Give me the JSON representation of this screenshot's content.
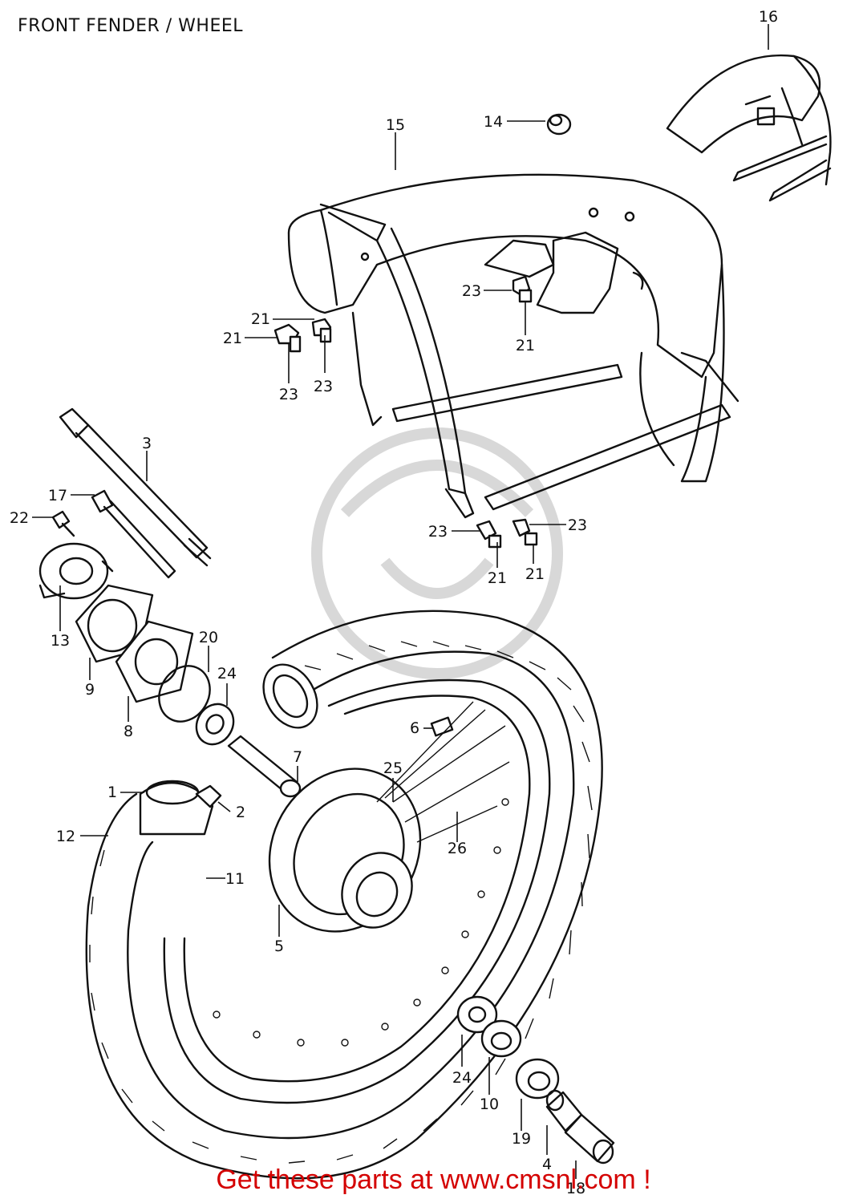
{
  "title": "FRONT FENDER / WHEEL",
  "footer": "Get these parts at www.cmsnl.com !",
  "callouts": [
    {
      "id": "c16",
      "text": "16"
    },
    {
      "id": "c14",
      "text": "14"
    },
    {
      "id": "c15",
      "text": "15"
    },
    {
      "id": "c23a",
      "text": "23"
    },
    {
      "id": "c21a",
      "text": "21"
    },
    {
      "id": "c21b",
      "text": "21"
    },
    {
      "id": "c21c",
      "text": "21"
    },
    {
      "id": "c23b",
      "text": "23"
    },
    {
      "id": "c23c",
      "text": "23"
    },
    {
      "id": "c3",
      "text": "3"
    },
    {
      "id": "c17",
      "text": "17"
    },
    {
      "id": "c22",
      "text": "22"
    },
    {
      "id": "c23d",
      "text": "23"
    },
    {
      "id": "c23e",
      "text": "23"
    },
    {
      "id": "c21d",
      "text": "21"
    },
    {
      "id": "c21e",
      "text": "21"
    },
    {
      "id": "c13",
      "text": "13"
    },
    {
      "id": "c20",
      "text": "20"
    },
    {
      "id": "c9",
      "text": "9"
    },
    {
      "id": "c24a",
      "text": "24"
    },
    {
      "id": "c8",
      "text": "8"
    },
    {
      "id": "c6",
      "text": "6"
    },
    {
      "id": "c7",
      "text": "7"
    },
    {
      "id": "c25",
      "text": "25"
    },
    {
      "id": "c1",
      "text": "1"
    },
    {
      "id": "c2",
      "text": "2"
    },
    {
      "id": "c12",
      "text": "12"
    },
    {
      "id": "c26",
      "text": "26"
    },
    {
      "id": "c11",
      "text": "11"
    },
    {
      "id": "c5",
      "text": "5"
    },
    {
      "id": "c24b",
      "text": "24"
    },
    {
      "id": "c10",
      "text": "10"
    },
    {
      "id": "c19",
      "text": "19"
    },
    {
      "id": "c4",
      "text": "4"
    },
    {
      "id": "c18",
      "text": "18"
    }
  ]
}
